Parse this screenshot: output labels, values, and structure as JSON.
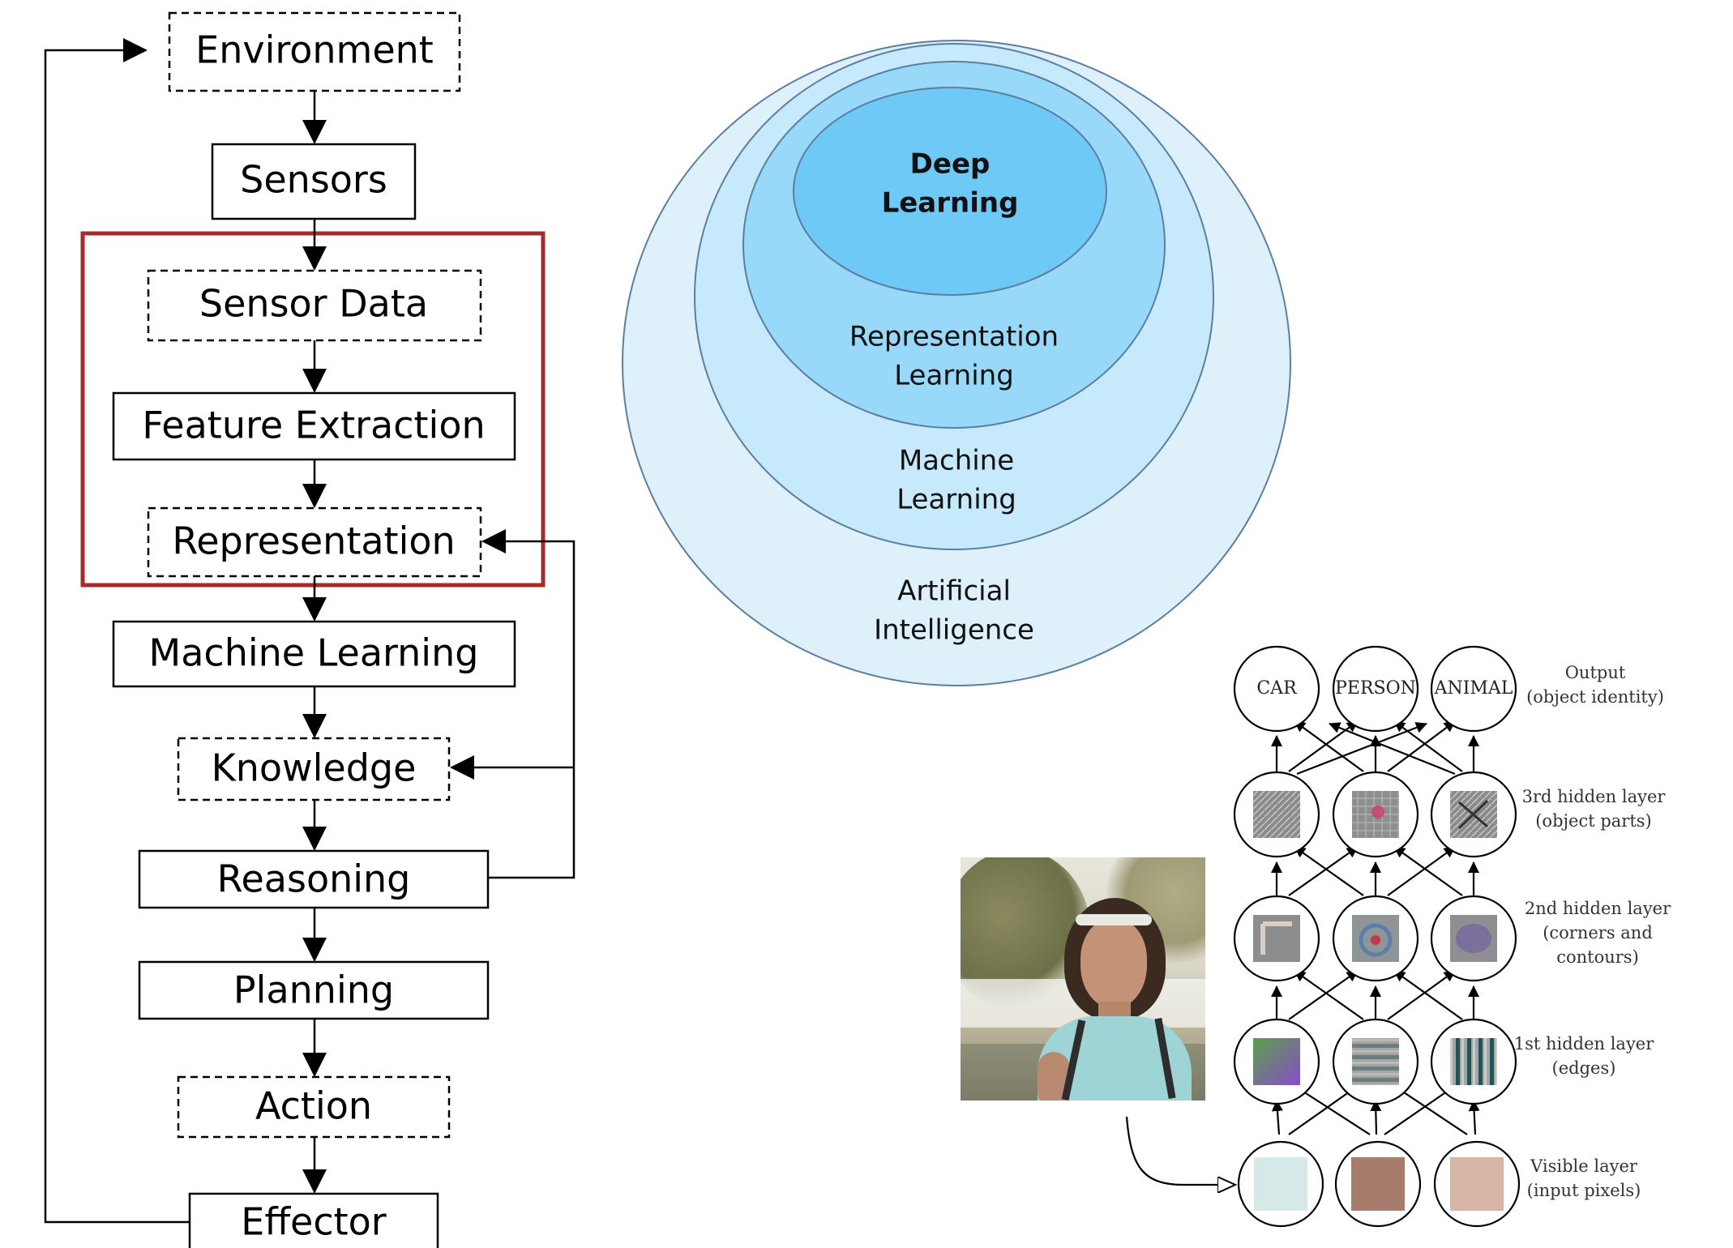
{
  "flowchart": {
    "environment": "Environment",
    "sensors": "Sensors",
    "sensor_data": "Sensor Data",
    "feature_extraction": "Feature Extraction",
    "representation": "Representation",
    "machine_learning": "Machine Learning",
    "knowledge": "Knowledge",
    "reasoning": "Reasoning",
    "planning": "Planning",
    "action": "Action",
    "effector": "Effector",
    "highlight_color": "#a52a2a"
  },
  "venn": {
    "deep_learning_1": "Deep",
    "deep_learning_2": "Learning",
    "representation_learning_1": "Representation",
    "representation_learning_2": "Learning",
    "machine_learning_1": "Machine",
    "machine_learning_2": "Learning",
    "ai_1": "Artificial",
    "ai_2": "Intelligence",
    "colors": [
      "#def1fb",
      "#c6e9fb",
      "#98d8f8",
      "#6ec9f6"
    ]
  },
  "network": {
    "output_nodes": [
      "CAR",
      "PERSON",
      "ANIMAL"
    ],
    "layer_labels": {
      "output_1": "Output",
      "output_2": "(object identity)",
      "hidden3_1": "3rd hidden layer",
      "hidden3_2": "(object parts)",
      "hidden2_1": "2nd hidden layer",
      "hidden2_2": "(corners and",
      "hidden2_3": "contours)",
      "hidden1_1": "1st hidden layer",
      "hidden1_2": "(edges)",
      "visible_1": "Visible layer",
      "visible_2": "(input pixels)"
    },
    "pixel_colors": [
      "#d5e9e8",
      "#a87c6c",
      "#d8b6a6"
    ]
  }
}
